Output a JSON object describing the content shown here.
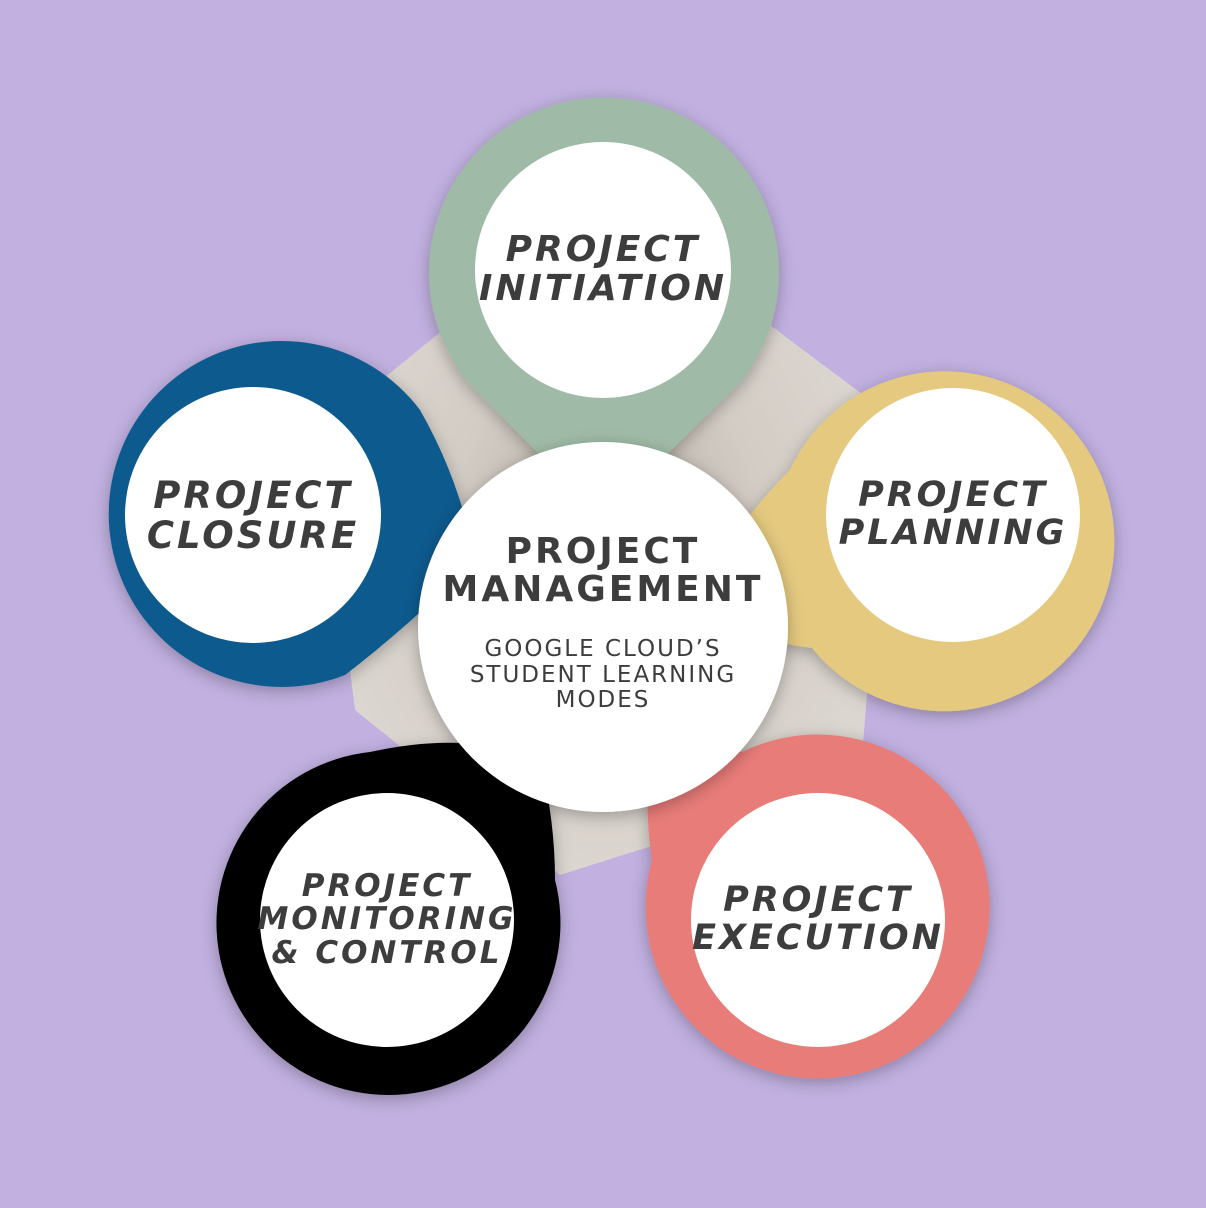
{
  "colors": {
    "background": "#c1b0e0",
    "pentagon": "#dcd6d0",
    "initiation": "#9fbaa6",
    "planning": "#e4c97f",
    "execution": "#e87b79",
    "monitoring": "#000000",
    "closure": "#0b5a8e",
    "inner_circle": "#ffffff",
    "text": "#3d3d3d"
  },
  "center": {
    "title_line1": "PROJECT",
    "title_line2": "MANAGEMENT",
    "subtitle_line1": "GOOGLE CLOUD’S",
    "subtitle_line2": "STUDENT LEARNING",
    "subtitle_line3": "MODES"
  },
  "stages": {
    "initiation": {
      "line1": "PROJECT",
      "line2": "INITIATION"
    },
    "planning": {
      "line1": "PROJECT",
      "line2": "PLANNING"
    },
    "execution": {
      "line1": "PROJECT",
      "line2": "EXECUTION"
    },
    "monitoring": {
      "line1": "PROJECT",
      "line2": "MONITORING",
      "line3": "& CONTROL"
    },
    "closure": {
      "line1": "PROJECT",
      "line2": "CLOSURE"
    }
  }
}
